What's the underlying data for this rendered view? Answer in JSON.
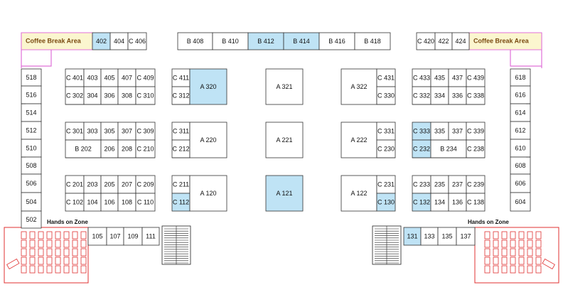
{
  "coffee_areas": [
    {
      "id": "coffee-left",
      "label": "Coffee Break Area"
    },
    {
      "id": "coffee-right",
      "label": "Coffee Break Area"
    }
  ],
  "hands_on_zones": [
    {
      "id": "hands-left",
      "label": "Hands on Zone"
    },
    {
      "id": "hands-right",
      "label": "Hands on Zone"
    }
  ],
  "highlight_color": "#bfe3f5",
  "booths": [
    {
      "label": "402",
      "highlight": true
    },
    {
      "label": "404",
      "highlight": false
    },
    {
      "label": "C 406",
      "highlight": false
    },
    {
      "label": "B 408",
      "highlight": false
    },
    {
      "label": "B 410",
      "highlight": false
    },
    {
      "label": "B 412",
      "highlight": true
    },
    {
      "label": "B 414",
      "highlight": true
    },
    {
      "label": "B 416",
      "highlight": false
    },
    {
      "label": "B 418",
      "highlight": false
    },
    {
      "label": "C 420",
      "highlight": false
    },
    {
      "label": "422",
      "highlight": false
    },
    {
      "label": "424",
      "highlight": false
    },
    {
      "label": "518",
      "highlight": false
    },
    {
      "label": "516",
      "highlight": false
    },
    {
      "label": "514",
      "highlight": false
    },
    {
      "label": "512",
      "highlight": false
    },
    {
      "label": "510",
      "highlight": false
    },
    {
      "label": "508",
      "highlight": false
    },
    {
      "label": "506",
      "highlight": false
    },
    {
      "label": "504",
      "highlight": false
    },
    {
      "label": "502",
      "highlight": false
    },
    {
      "label": "618",
      "highlight": false
    },
    {
      "label": "616",
      "highlight": false
    },
    {
      "label": "614",
      "highlight": false
    },
    {
      "label": "612",
      "highlight": false
    },
    {
      "label": "610",
      "highlight": false
    },
    {
      "label": "608",
      "highlight": false
    },
    {
      "label": "606",
      "highlight": false
    },
    {
      "label": "604",
      "highlight": false
    },
    {
      "label": "C 401",
      "highlight": false
    },
    {
      "label": "403",
      "highlight": false
    },
    {
      "label": "405",
      "highlight": false
    },
    {
      "label": "407",
      "highlight": false
    },
    {
      "label": "C 409",
      "highlight": false
    },
    {
      "label": "C 302",
      "highlight": false
    },
    {
      "label": "304",
      "highlight": false
    },
    {
      "label": "306",
      "highlight": false
    },
    {
      "label": "308",
      "highlight": false
    },
    {
      "label": "C 310",
      "highlight": false
    },
    {
      "label": "C 301",
      "highlight": false
    },
    {
      "label": "303",
      "highlight": false
    },
    {
      "label": "305",
      "highlight": false
    },
    {
      "label": "307",
      "highlight": false
    },
    {
      "label": "C 309",
      "highlight": false
    },
    {
      "label": "B 202",
      "highlight": false
    },
    {
      "label": "206",
      "highlight": false
    },
    {
      "label": "208",
      "highlight": false
    },
    {
      "label": "C 210",
      "highlight": false
    },
    {
      "label": "C 201",
      "highlight": false
    },
    {
      "label": "203",
      "highlight": false
    },
    {
      "label": "205",
      "highlight": false
    },
    {
      "label": "207",
      "highlight": false
    },
    {
      "label": "C 209",
      "highlight": false
    },
    {
      "label": "C 102",
      "highlight": false
    },
    {
      "label": "104",
      "highlight": false
    },
    {
      "label": "106",
      "highlight": false
    },
    {
      "label": "108",
      "highlight": false
    },
    {
      "label": "C 110",
      "highlight": false
    },
    {
      "label": "C 411",
      "highlight": false
    },
    {
      "label": "C 312",
      "highlight": false
    },
    {
      "label": "A 320",
      "highlight": true
    },
    {
      "label": "C 311",
      "highlight": false
    },
    {
      "label": "C 212",
      "highlight": false
    },
    {
      "label": "A 220",
      "highlight": false
    },
    {
      "label": "C 211",
      "highlight": false
    },
    {
      "label": "C 112",
      "highlight": true
    },
    {
      "label": "A 120",
      "highlight": false
    },
    {
      "label": "A 321",
      "highlight": false
    },
    {
      "label": "A 221",
      "highlight": false
    },
    {
      "label": "A 121",
      "highlight": true
    },
    {
      "label": "A 322",
      "highlight": false
    },
    {
      "label": "C 431",
      "highlight": false
    },
    {
      "label": "C 330",
      "highlight": false
    },
    {
      "label": "A 222",
      "highlight": false
    },
    {
      "label": "C 331",
      "highlight": false
    },
    {
      "label": "C 230",
      "highlight": false
    },
    {
      "label": "A 122",
      "highlight": false
    },
    {
      "label": "C 231",
      "highlight": false
    },
    {
      "label": "C 130",
      "highlight": true
    },
    {
      "label": "C 433",
      "highlight": false
    },
    {
      "label": "435",
      "highlight": false
    },
    {
      "label": "437",
      "highlight": false
    },
    {
      "label": "C 439",
      "highlight": false
    },
    {
      "label": "C 332",
      "highlight": false
    },
    {
      "label": "334",
      "highlight": false
    },
    {
      "label": "336",
      "highlight": false
    },
    {
      "label": "C 338",
      "highlight": false
    },
    {
      "label": "C 333",
      "highlight": true
    },
    {
      "label": "335",
      "highlight": false
    },
    {
      "label": "337",
      "highlight": false
    },
    {
      "label": "C 339",
      "highlight": false
    },
    {
      "label": "C 232",
      "highlight": true
    },
    {
      "label": "B 234",
      "highlight": false
    },
    {
      "label": "C 238",
      "highlight": false
    },
    {
      "label": "C 233",
      "highlight": false
    },
    {
      "label": "235",
      "highlight": false
    },
    {
      "label": "237",
      "highlight": false
    },
    {
      "label": "C 239",
      "highlight": false
    },
    {
      "label": "C 132",
      "highlight": true
    },
    {
      "label": "134",
      "highlight": false
    },
    {
      "label": "136",
      "highlight": false
    },
    {
      "label": "C 138",
      "highlight": false
    },
    {
      "label": "105",
      "highlight": false
    },
    {
      "label": "107",
      "highlight": false
    },
    {
      "label": "109",
      "highlight": false
    },
    {
      "label": "111",
      "highlight": false
    },
    {
      "label": "131",
      "highlight": true
    },
    {
      "label": "133",
      "highlight": false
    },
    {
      "label": "135",
      "highlight": false
    },
    {
      "label": "137",
      "highlight": false
    }
  ]
}
